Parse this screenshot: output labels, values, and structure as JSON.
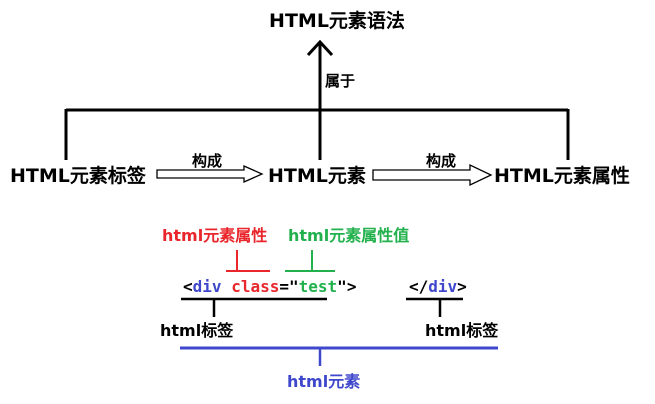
{
  "title": "HTML元素语法",
  "belongs_label": "属于",
  "left_node": "HTML元素标签",
  "center_node": "HTML元素",
  "right_node": "HTML元素属性",
  "compose_label_left": "构成",
  "compose_label_right": "构成",
  "attr_name_label": "html元素属性",
  "attr_value_label": "html元素属性值",
  "code": {
    "open_lt": "<",
    "tag": "div",
    "space": " ",
    "attr": "class",
    "eq": "=",
    "quote_open": "\"",
    "value": "test",
    "quote_close": "\"",
    "gt": ">",
    "close_lt": "</",
    "close_tag": "div",
    "close_gt": ">"
  },
  "tag_label_left": "html标签",
  "tag_label_right": "html标签",
  "element_label": "html元素",
  "colors": {
    "black": "#000000",
    "red": "#e8262b",
    "green": "#22b14c",
    "blue": "#3f48cc"
  }
}
